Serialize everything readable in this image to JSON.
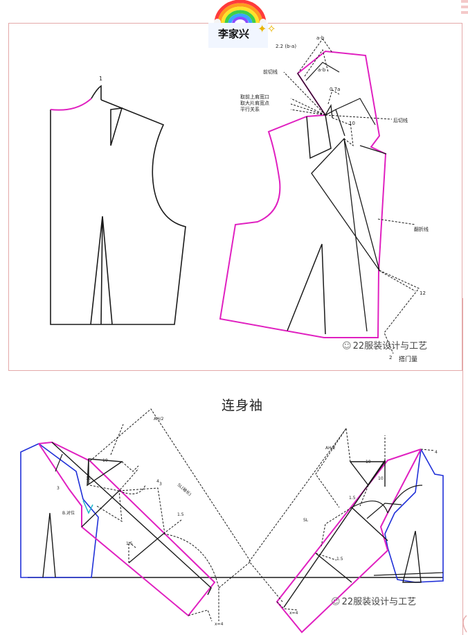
{
  "header": {
    "author": "李家兴"
  },
  "sections": {
    "raglan_title": "连身袖"
  },
  "watermark": {
    "text": "22服装设计与工艺",
    "icon": "chat-bubble-icon"
  },
  "top_annotations": {
    "label_1": "1",
    "label_ab": "a-b",
    "label_22": "2.2 (b-a)",
    "label_ab2": "a-b",
    "label_07a": "0.7a",
    "label_tangent": "前切线",
    "label_shoulder_text1": "取前上肩宽口",
    "label_shoulder_text2": "取大片肩宽点",
    "label_shoulder_text3": "平行关系",
    "label_10": "10",
    "label_back_tangent": "后切线",
    "label_fold": "翻折线",
    "label_12": "12",
    "label_2": "2",
    "label_placket": "搭门量"
  },
  "bottom_annotations": {
    "left_ah": "AH/2",
    "left_sl": "SL(袖长)",
    "left_15": "1.5",
    "left_15b": "1.5",
    "left_3": "3",
    "left_3b": "3",
    "left_10": "10",
    "left_10b": "10",
    "left_4": "4",
    "left_mark": "B.对位",
    "left_x": "x=4",
    "right_ah": "AH/2",
    "right_10": "10",
    "right_10b": "10",
    "right_15": "1.5",
    "right_15b": "1.5",
    "right_4": "4",
    "right_sl": "SL",
    "right_x": "x=4"
  },
  "colors": {
    "outline": "#1a1a1a",
    "magenta": "#e020c0",
    "blue": "#2030d8",
    "frame": "#e4a8a8",
    "cyan": "#20b8c8"
  }
}
